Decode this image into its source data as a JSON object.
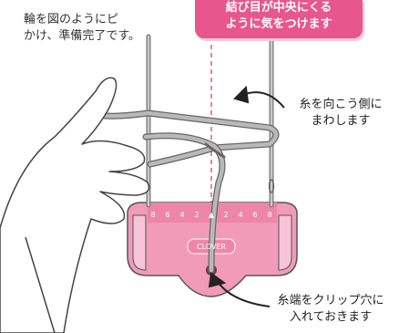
{
  "intro": {
    "line1": "輪を図のようにピ",
    "line2": "かけ、準備完了です。"
  },
  "callout_top": {
    "line1": "結び目が中央にくる",
    "line2": "ように気をつけます"
  },
  "callout_right": {
    "line1": "糸を向こう側に",
    "line2": "まわします"
  },
  "callout_bottom": {
    "line1": "糸端をクリップ穴に",
    "line2": "入れておきます"
  },
  "device": {
    "brand": "CLOVER",
    "scale_marks": [
      "8",
      "6",
      "4",
      "2",
      "▲",
      "2",
      "4",
      "6",
      "8"
    ]
  },
  "colors": {
    "accent_pink": "#e8568e",
    "device_pink": "#f29bb9",
    "device_pink_light": "#f7c4d7",
    "yarn_gray": "#a8a8a8",
    "outline": "#555555"
  }
}
